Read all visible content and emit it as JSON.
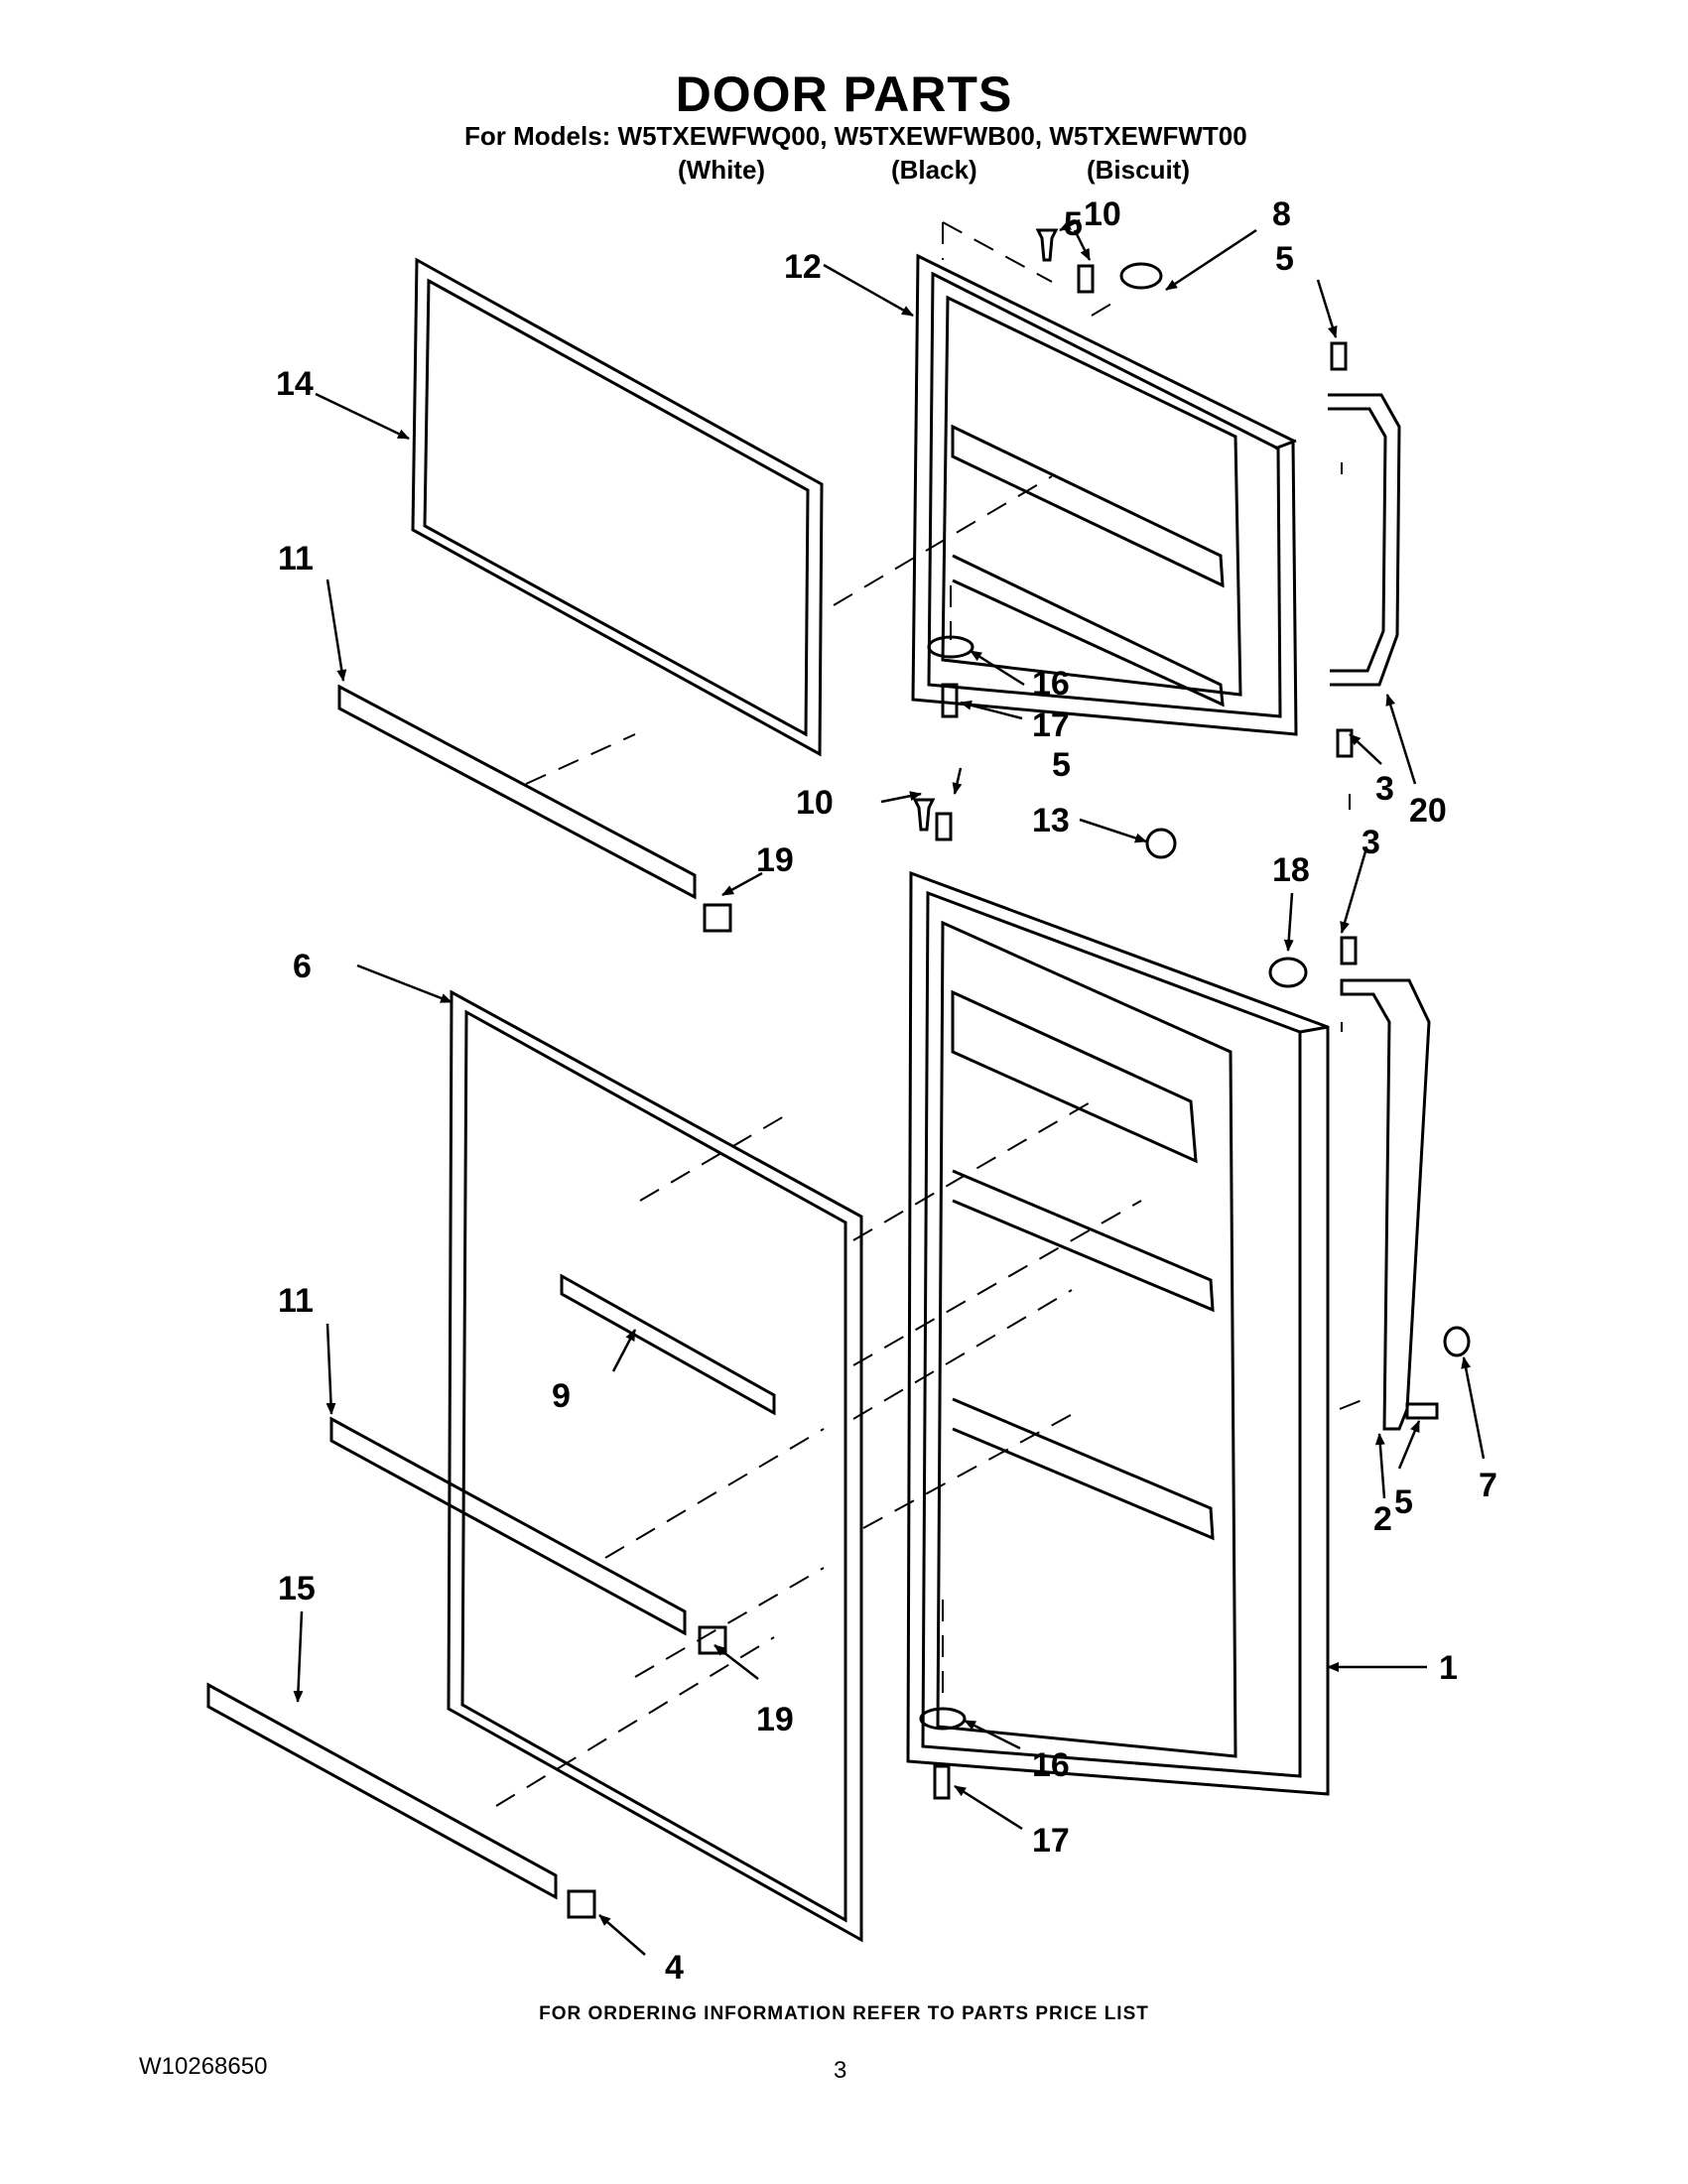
{
  "header": {
    "title": "DOOR PARTS",
    "models_line": "For Models: W5TXEWFWQ00, W5TXEWFWB00, W5TXEWFWT00",
    "colors": [
      "(White)",
      "(Black)",
      "(Biscuit)"
    ]
  },
  "callouts": {
    "c1": "1",
    "c2": "2",
    "c3a": "3",
    "c3b": "3",
    "c4": "4",
    "c5a": "5",
    "c5b": "5",
    "c5c": "5",
    "c5d": "5",
    "c6": "6",
    "c7": "7",
    "c8": "8",
    "c9": "9",
    "c10a": "10",
    "c10b": "10",
    "c11a": "11",
    "c11b": "11",
    "c12": "12",
    "c13": "13",
    "c14": "14",
    "c15": "15",
    "c16a": "16",
    "c16b": "16",
    "c17a": "17",
    "c17b": "17",
    "c18": "18",
    "c19a": "19",
    "c19b": "19",
    "c20": "20"
  },
  "footer": {
    "ordering_note": "FOR ORDERING INFORMATION REFER TO PARTS PRICE LIST",
    "doc_number": "W10268650",
    "page_number": "3"
  }
}
